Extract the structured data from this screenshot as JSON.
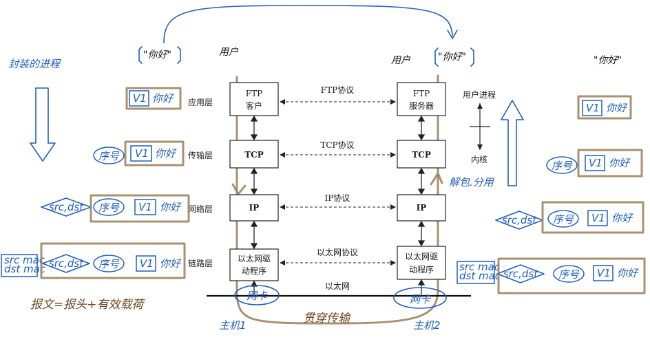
{
  "left_title": "封装的进程",
  "user_left": "用户",
  "user_right": "用户",
  "hello_left": "\"你好\"",
  "hello_right": "\"你好\"",
  "hello_far_right": "\"你好\"",
  "layers": {
    "app": "应用层",
    "transport": "传输层",
    "network": "网络层",
    "link": "链路层"
  },
  "left_host": {
    "app": "FTP\n客户",
    "transport": "TCP",
    "network": "IP",
    "link": "以太网驱\n动程序"
  },
  "right_host": {
    "app": "FTP\n服务器",
    "transport": "TCP",
    "network": "IP",
    "link": "以太网驱\n动程序"
  },
  "protocols": {
    "app": "FTP协议",
    "transport": "TCP协议",
    "network": "IP协议",
    "link": "以太网协议"
  },
  "ethernet": "以太网",
  "user_process": "用户进程",
  "kernel": "内核",
  "demux": "解包.分用",
  "nic_left": "网卡",
  "nic_right": "网卡",
  "host1": "主机1",
  "host2": "主机2",
  "traverse": "贯穿传输",
  "formula": "报文=报头+有效载荷",
  "hand": {
    "v1": "V1",
    "hello": "你好",
    "seq": "序号",
    "srcdst": "src,dst",
    "srcmac": "src mac",
    "dstmac": "dst mac"
  }
}
